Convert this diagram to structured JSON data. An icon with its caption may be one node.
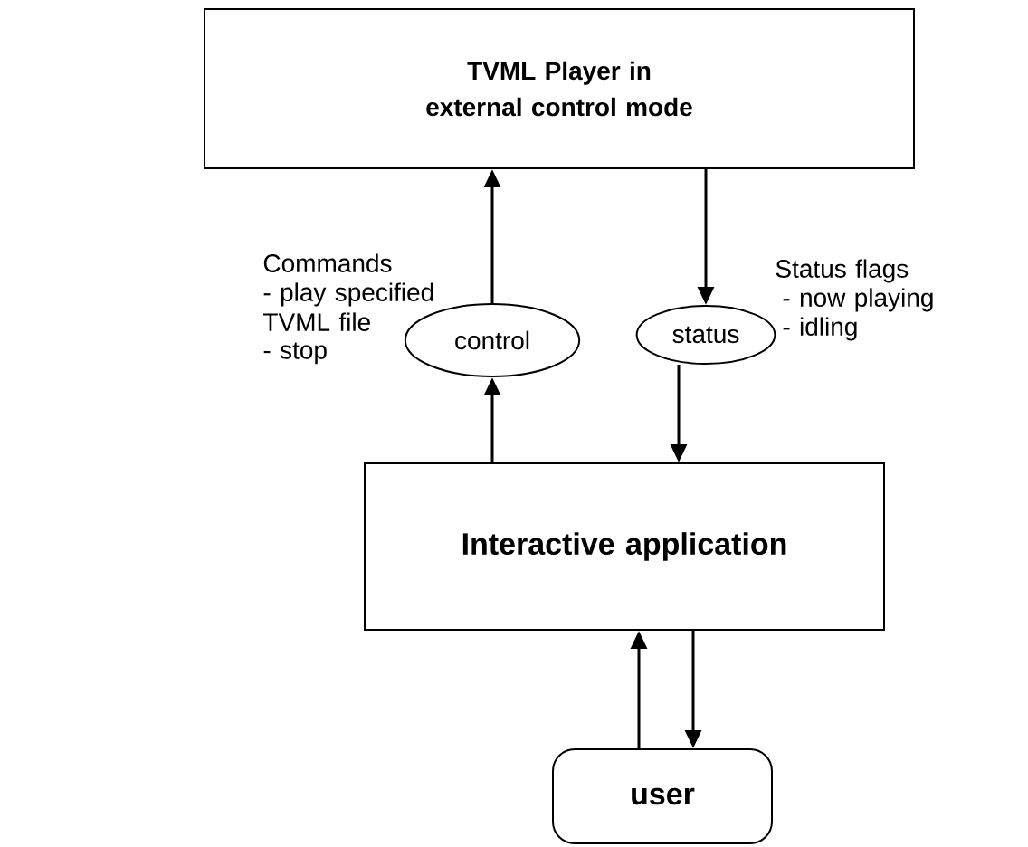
{
  "diagram": {
    "nodes": [
      {
        "text": [
          "TVML Player in external control mode"
        ]
      },
      {
        "text": [
          "control"
        ]
      },
      {
        "text": [
          "status"
        ]
      },
      {
        "text": [
          "Interactive application"
        ]
      },
      {
        "text": [
          "user"
        ]
      }
    ],
    "edges": [
      {
        "from": 1,
        "to": 0,
        "arrow": "to"
      },
      {
        "from": 3,
        "to": 1,
        "arrow": "to"
      },
      {
        "from": 0,
        "to": 2,
        "arrow": "to"
      },
      {
        "from": 2,
        "to": 3,
        "arrow": "to"
      },
      {
        "from": 4,
        "to": 3,
        "arrow": "to"
      },
      {
        "from": 3,
        "to": 4,
        "arrow": "to"
      }
    ],
    "labels": [
      "Commands",
      "- play specified TVML file",
      "- stop",
      "Status flags",
      "- now playing",
      "- idling"
    ]
  }
}
